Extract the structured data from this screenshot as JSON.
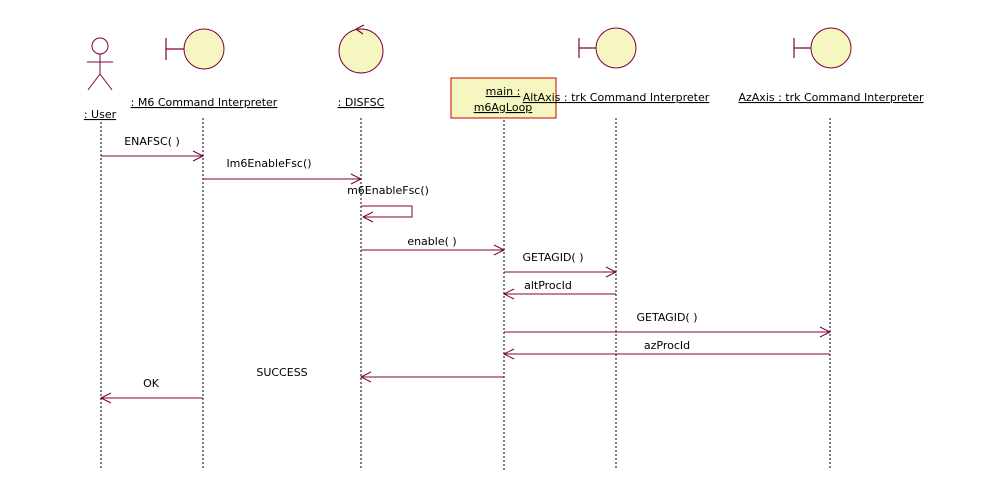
{
  "colors": {
    "object_fill": "#f6f6c0",
    "object_stroke": "#000000",
    "message_line": "#800040",
    "active_box_stroke": "#cc0000"
  },
  "lifelines": [
    {
      "id": "user",
      "label": ": User",
      "icon": "actor-icon"
    },
    {
      "id": "m6ci",
      "label": ": M6 Command Interpreter",
      "icon": "boundary-icon"
    },
    {
      "id": "disfsc",
      "label": ": DISFSC",
      "icon": "control-icon"
    },
    {
      "id": "main",
      "label_line1": "main :",
      "label_line2": "m6AgLoop",
      "icon": "class-box"
    },
    {
      "id": "alt",
      "label": "AltAxis : trk Command Interpreter",
      "icon": "boundary-icon"
    },
    {
      "id": "az",
      "label": "AzAxis : trk Command Interpreter",
      "icon": "boundary-icon"
    }
  ],
  "messages": [
    {
      "text": "ENAFSC( )",
      "from": "user",
      "to": "m6ci"
    },
    {
      "text": "Im6EnableFsc()",
      "from": "m6ci",
      "to": "disfsc"
    },
    {
      "text": "m6EnableFsc()",
      "from": "disfsc",
      "to": "disfsc"
    },
    {
      "text": "enable( )",
      "from": "disfsc",
      "to": "main"
    },
    {
      "text": "GETAGID( )",
      "from": "main",
      "to": "alt"
    },
    {
      "text": "altProcId",
      "from": "alt",
      "to": "main"
    },
    {
      "text": "GETAGID( )",
      "from": "main",
      "to": "az"
    },
    {
      "text": "azProcId",
      "from": "az",
      "to": "main"
    },
    {
      "text": "SUCCESS",
      "from": "main",
      "to": "disfsc"
    },
    {
      "text": "OK",
      "from": "m6ci",
      "to": "user"
    }
  ]
}
